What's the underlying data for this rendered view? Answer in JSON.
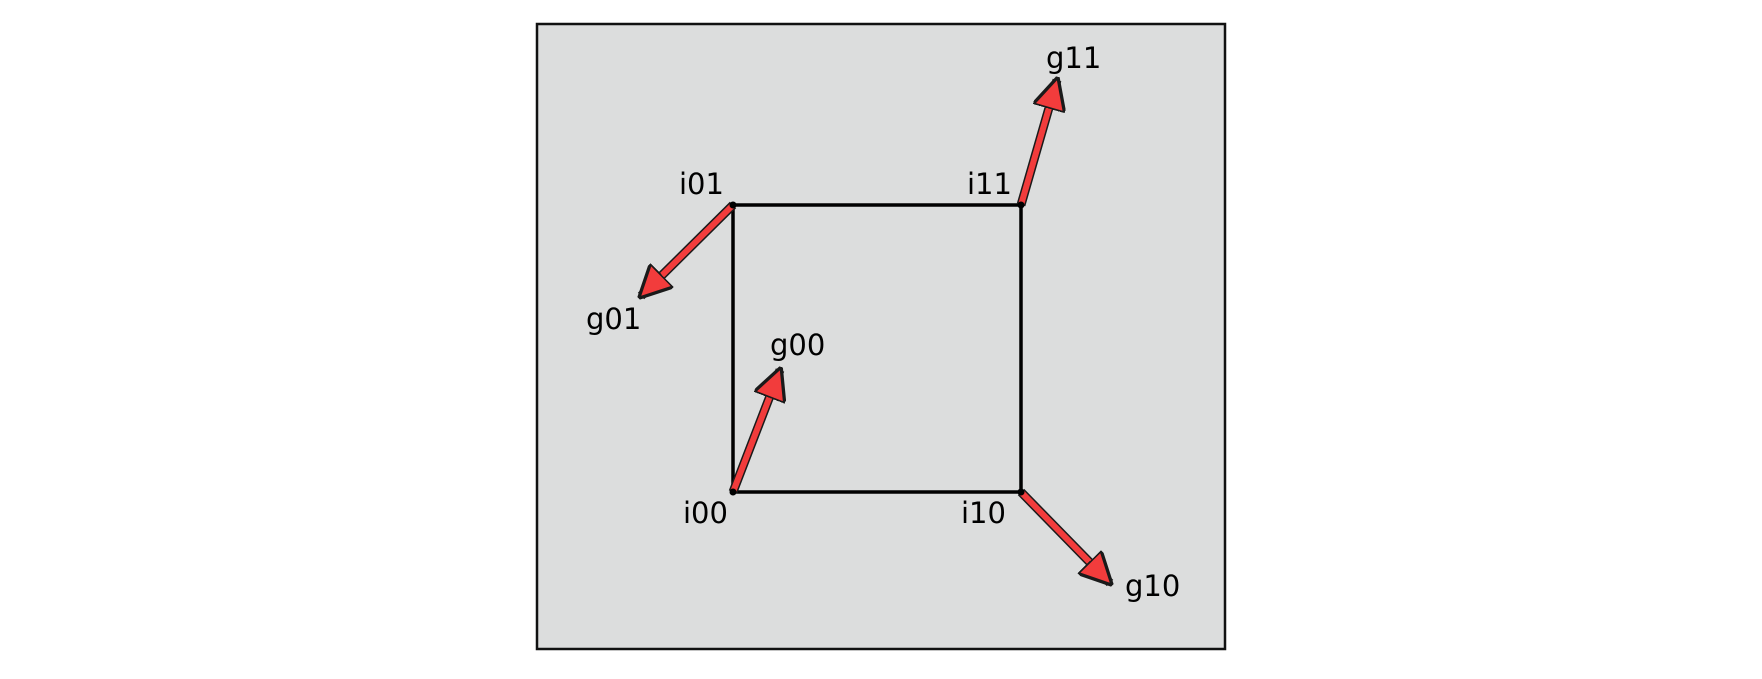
{
  "colors": {
    "panel_fill": "#dcdddd",
    "panel_stroke": "#111111",
    "square_stroke": "#000000",
    "arrow_fill": "#f23c3c",
    "arrow_stroke": "#1a1a1a"
  },
  "corners": {
    "i00": "i00",
    "i10": "i10",
    "i01": "i01",
    "i11": "i11"
  },
  "gradients": {
    "g00": "g00",
    "g10": "g10",
    "g01": "g01",
    "g11": "g11"
  }
}
